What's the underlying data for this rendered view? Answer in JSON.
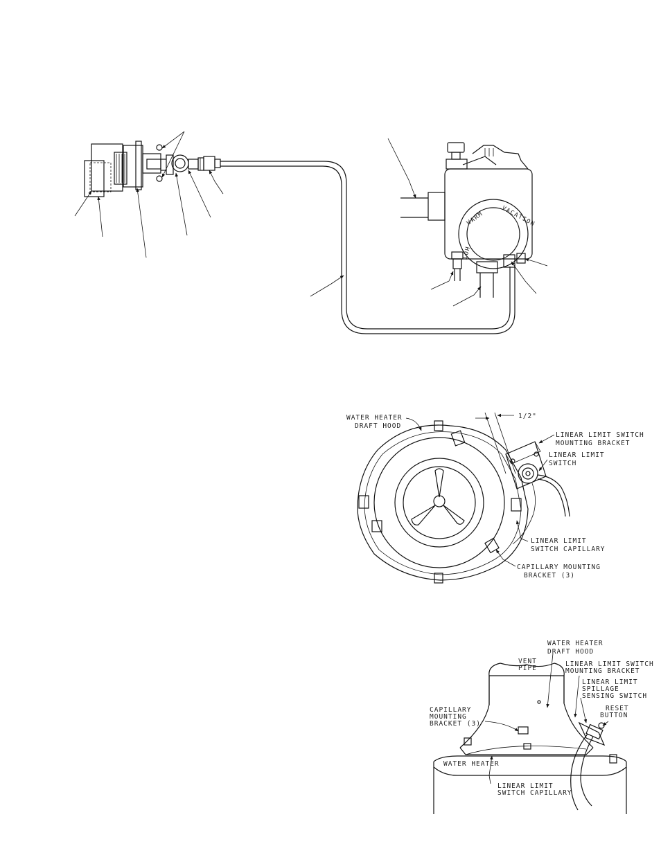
{
  "figure1": {
    "dial": {
      "warm": "WARM",
      "vacation": "VACATION",
      "hot": "HOT"
    }
  },
  "figure2": {
    "labels": {
      "draft_hood_line1": "WATER HEATER",
      "draft_hood_line2": "DRAFT HOOD",
      "dimension": "1/2\"",
      "mounting_bracket_line1": "LINEAR LIMIT SWITCH",
      "mounting_bracket_line2": "MOUNTING BRACKET",
      "switch_line1": "LINEAR LIMIT",
      "switch_line2": "SWITCH",
      "capillary_line1": "LINEAR LIMIT",
      "capillary_line2": "SWITCH CAPILLARY",
      "cap_bracket_line1": "CAPILLARY MOUNTING",
      "cap_bracket_line2": "BRACKET (3)"
    }
  },
  "figure3": {
    "labels": {
      "draft_hood_line1": "WATER HEATER",
      "draft_hood_line2": "DRAFT HOOD",
      "vent_line1": "VENT",
      "vent_line2": "PIPE",
      "mount_line1": "LINEAR LIMIT SWITCH",
      "mount_line2": "MOUNTING BRACKET",
      "spillage_line1": "LINEAR LIMIT",
      "spillage_line2": "SPILLAGE",
      "spillage_line3": "SENSING SWITCH",
      "reset_line1": "RESET",
      "reset_line2": "BUTTON",
      "cap_bracket_line1": "CAPILLARY",
      "cap_bracket_line2": "MOUNTING",
      "cap_bracket_line3": "BRACKET (3)",
      "water_heater": "WATER HEATER",
      "capillary_line1": "LINEAR LIMIT",
      "capillary_line2": "SWITCH CAPILLARY"
    }
  }
}
